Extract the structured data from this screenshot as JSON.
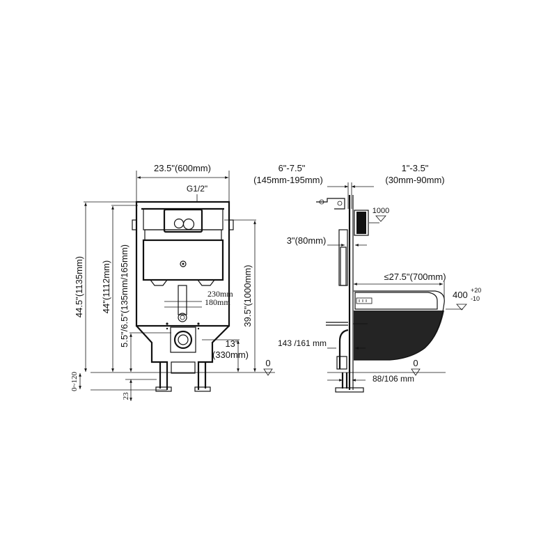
{
  "front_view": {
    "width_label": "23.5\"(600mm)",
    "inlet_label": "G1/2\"",
    "height_total_label": "44.5\"(1135mm)",
    "height_frame_label": "44\"(1112mm)",
    "drain_height_label": "5.5\"/6.5\"(135mm/165mm)",
    "flange_upper_label": "230mm",
    "flange_lower_label": "180mm",
    "button_height_label": "39.5\"(1000mm)",
    "bolt_span_inch": "13\"",
    "bolt_span_mm": "(330mm)",
    "floor_zero": "0",
    "leg_adjust_label": "0~120",
    "leg_min_label": "23"
  },
  "side_view": {
    "wall_depth_inch": "6\"-7.5\"",
    "wall_depth_mm": "(145mm-195mm)",
    "panel_depth_inch": "1\"-3.5\"",
    "panel_depth_mm": "(30mm-90mm)",
    "button_level": "1000",
    "pipe_offset_label": "3\"(80mm)",
    "bowl_length_label": "≤27.5\"(700mm)",
    "seat_height_value": "400",
    "seat_height_plus": "+20",
    "seat_height_minus": "-10",
    "drain_depth_label": "143 /161 mm",
    "floor_zero": "0",
    "foot_depth_label": "88/106 mm"
  }
}
